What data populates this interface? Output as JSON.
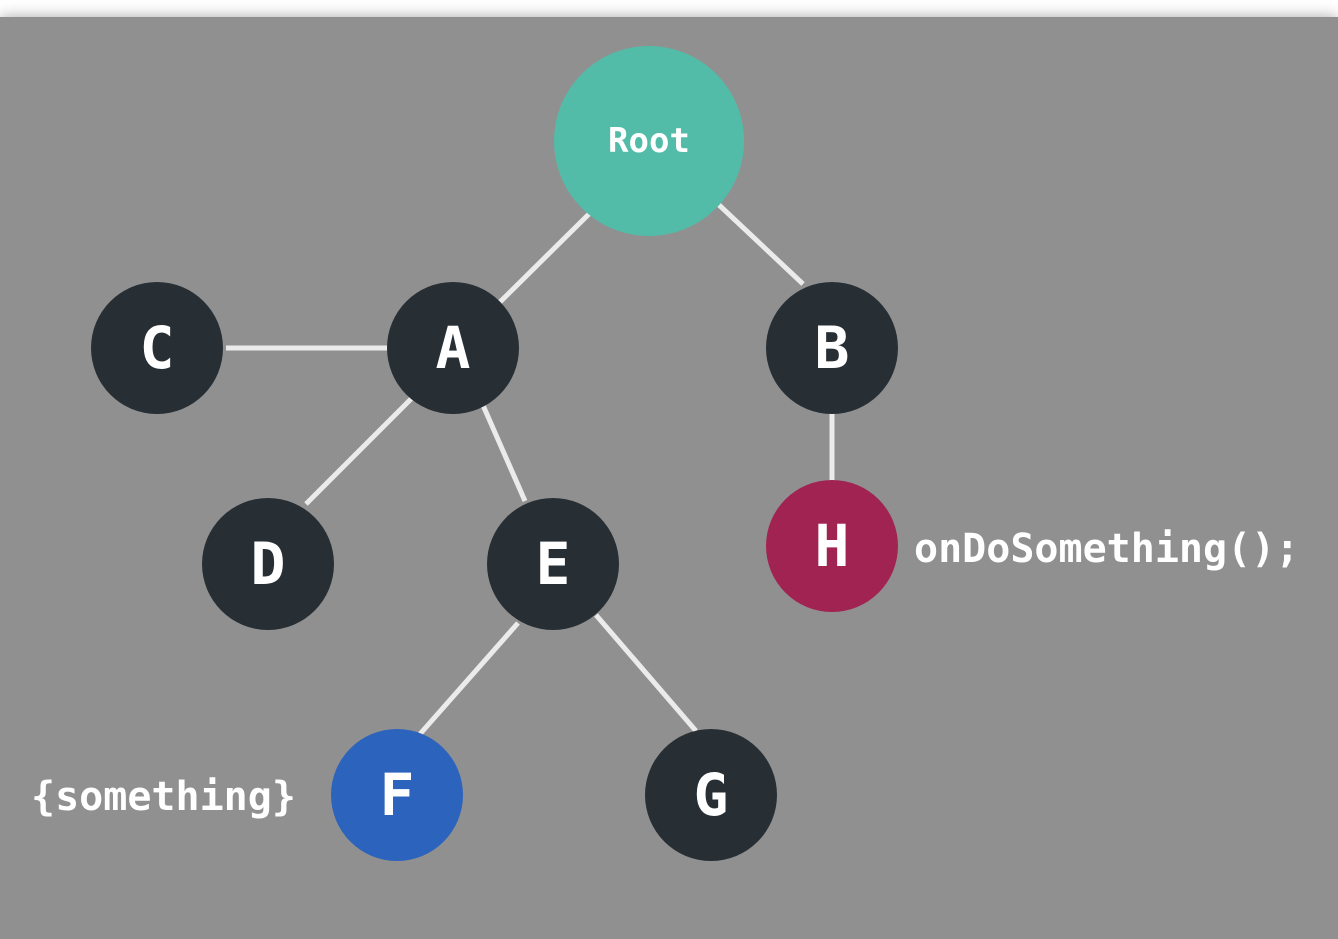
{
  "nodes": {
    "root": {
      "label": "Root",
      "color": "#52bca8"
    },
    "a": {
      "label": "A",
      "color": "#272f35"
    },
    "b": {
      "label": "B",
      "color": "#272f35"
    },
    "c": {
      "label": "C",
      "color": "#272f35"
    },
    "d": {
      "label": "D",
      "color": "#272f35"
    },
    "e": {
      "label": "E",
      "color": "#272f35"
    },
    "f": {
      "label": "F",
      "color": "#2c63bc"
    },
    "g": {
      "label": "G",
      "color": "#272f35"
    },
    "h": {
      "label": "H",
      "color": "#a12352"
    }
  },
  "edges": [
    {
      "from": "root",
      "to": "a"
    },
    {
      "from": "root",
      "to": "b"
    },
    {
      "from": "a",
      "to": "c"
    },
    {
      "from": "a",
      "to": "d"
    },
    {
      "from": "a",
      "to": "e"
    },
    {
      "from": "e",
      "to": "f"
    },
    {
      "from": "e",
      "to": "g"
    },
    {
      "from": "b",
      "to": "h"
    }
  ],
  "annotations": {
    "h_callback": "onDoSomething();",
    "f_prop": "{something}"
  },
  "colors": {
    "background": "#909090",
    "edge": "#ebebeb",
    "text": "#ffffff"
  }
}
